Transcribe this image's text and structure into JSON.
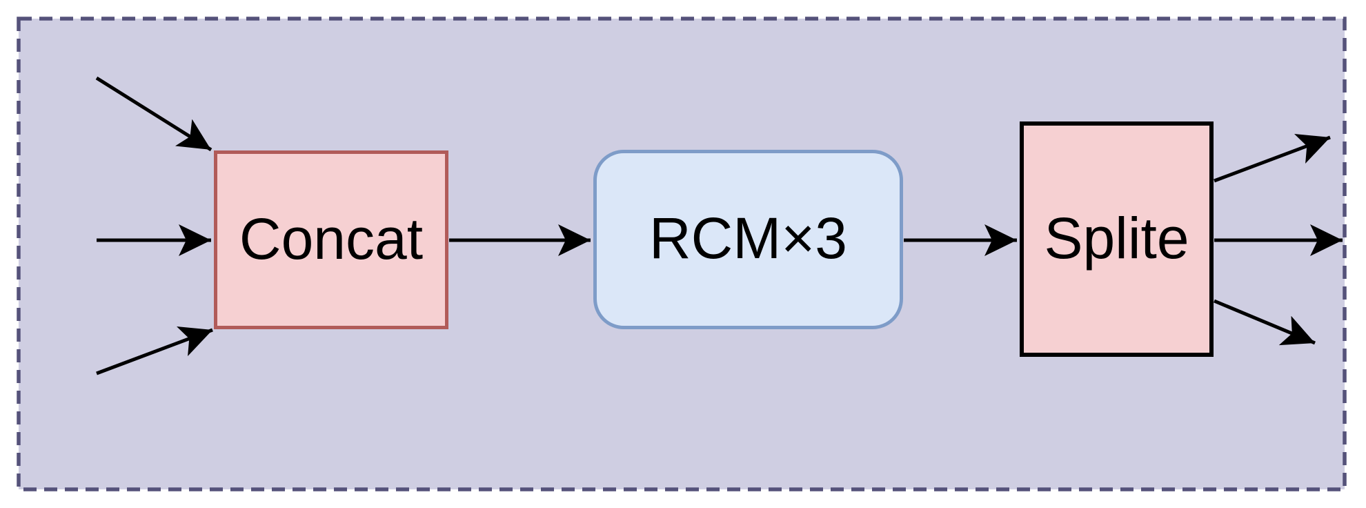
{
  "diagram": {
    "nodes": [
      {
        "id": "concat",
        "label": "Concat",
        "shape": "rectangle",
        "fill": "#f6d0d2",
        "border": "#b15b59"
      },
      {
        "id": "rcm",
        "label": "RCM×3",
        "shape": "rounded-rectangle",
        "fill": "#dbe7f8",
        "border": "#7e9cc8"
      },
      {
        "id": "splite",
        "label": "Splite",
        "shape": "rectangle",
        "fill": "#f6d0d2",
        "border": "#000000"
      }
    ],
    "edges": [
      {
        "from": "external-input-top",
        "to": "concat"
      },
      {
        "from": "external-input-middle",
        "to": "concat"
      },
      {
        "from": "external-input-bottom",
        "to": "concat"
      },
      {
        "from": "concat",
        "to": "rcm"
      },
      {
        "from": "rcm",
        "to": "splite"
      },
      {
        "from": "splite",
        "to": "external-output-top"
      },
      {
        "from": "splite",
        "to": "external-output-middle"
      },
      {
        "from": "splite",
        "to": "external-output-bottom"
      }
    ],
    "container": {
      "style": "dashed-border",
      "border_color": "#55527a",
      "background": "#cfcee2"
    }
  },
  "colors": {
    "canvas-bg": "#ffffff",
    "panel-bg": "#cfcee2",
    "panel-border": "#55527a",
    "pink-fill": "#f6d0d2",
    "pink-border": "#b15b59",
    "blue-fill": "#dbe7f8",
    "blue-border": "#7e9cc8",
    "node-border-dark": "#000000",
    "arrow": "#000000",
    "text": "#000000"
  }
}
